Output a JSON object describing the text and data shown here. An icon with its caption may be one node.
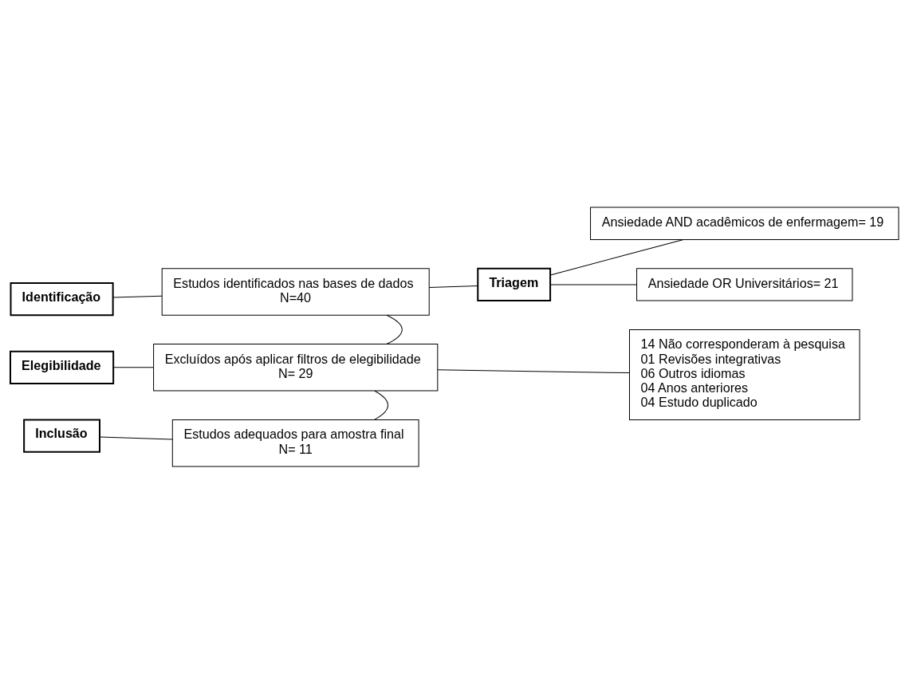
{
  "diagram": {
    "nodes": [
      {
        "text": [
          "Identificação"
        ]
      },
      {
        "text": [
          "Estudos identificados nas bases de dados",
          "N=40"
        ]
      },
      {
        "text": [
          "Triagem"
        ]
      },
      {
        "text": [
          "Ansiedade AND acadêmicos de enfermagem= 19"
        ]
      },
      {
        "text": [
          "Ansiedade OR Universitários= 21"
        ]
      },
      {
        "text": [
          "Elegibilidade"
        ]
      },
      {
        "text": [
          "Excluídos após aplicar filtros de elegibilidade",
          "N= 29"
        ]
      },
      {
        "text": [
          "14 Não corresponderam à pesquisa",
          "01 Revisões integrativas",
          "06 Outros idiomas",
          "04 Anos anteriores",
          "04 Estudo duplicado"
        ]
      },
      {
        "text": [
          "Inclusão"
        ]
      },
      {
        "text": [
          "Estudos adequados para amostra final",
          "N= 11"
        ]
      }
    ],
    "edges": [
      {
        "from": 0,
        "to": 1,
        "arrow": "none"
      },
      {
        "from": 1,
        "to": 2,
        "arrow": "none"
      },
      {
        "from": 2,
        "to": 3,
        "arrow": "none"
      },
      {
        "from": 2,
        "to": 4,
        "arrow": "none"
      },
      {
        "from": 1,
        "to": 6,
        "arrow": "none"
      },
      {
        "from": 5,
        "to": 6,
        "arrow": "none"
      },
      {
        "from": 6,
        "to": 7,
        "arrow": "none"
      },
      {
        "from": 6,
        "to": 9,
        "arrow": "none"
      },
      {
        "from": 8,
        "to": 9,
        "arrow": "none"
      }
    ]
  }
}
